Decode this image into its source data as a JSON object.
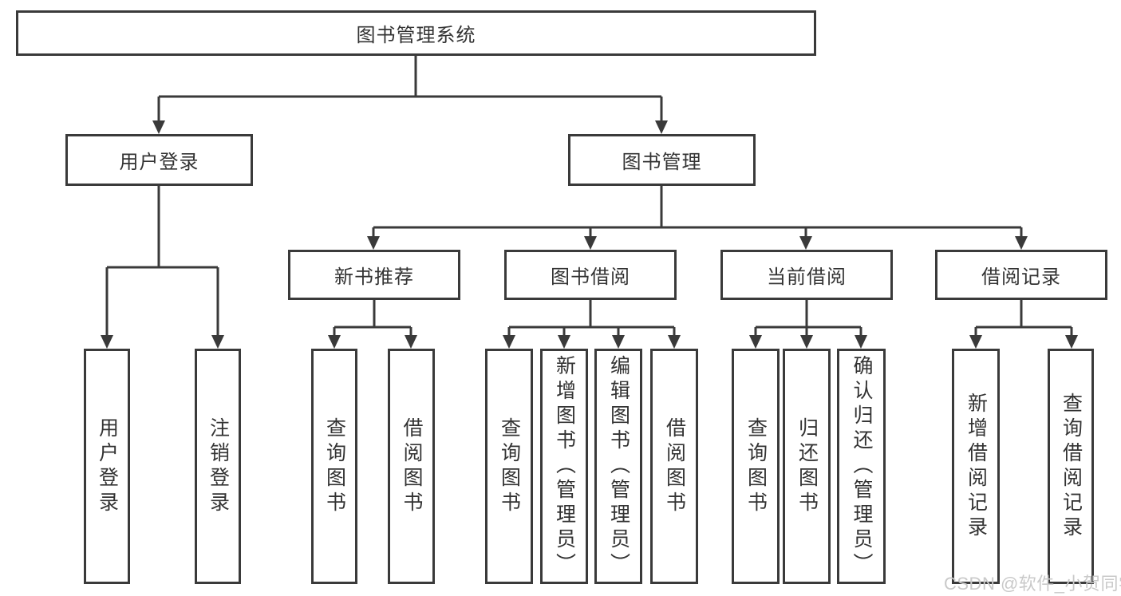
{
  "hierarchy": {
    "root": "图书管理系统",
    "children": [
      {
        "label": "用户登录",
        "children": [
          "用户登录",
          "注销登录"
        ]
      },
      {
        "label": "图书管理",
        "children": [
          {
            "label": "新书推荐",
            "children": [
              "查询图书",
              "借阅图书"
            ]
          },
          {
            "label": "图书借阅",
            "children": [
              "查询图书",
              "新增图书（管理员）",
              "编辑图书（管理员）",
              "借阅图书"
            ]
          },
          {
            "label": "当前借阅",
            "children": [
              "查询图书",
              "归还图书",
              "确认归还（管理员）"
            ]
          },
          {
            "label": "借阅记录",
            "children": [
              "新增借阅记录",
              "查询借阅记录"
            ]
          }
        ]
      }
    ]
  },
  "watermark": {
    "text": "CSDN @软件_小贺同学",
    "color": "#c9c9c9"
  },
  "colors": {
    "line": "#3a3a3a",
    "box_border": "#3a3a3a",
    "text": "#333333",
    "background": "#ffffff"
  }
}
